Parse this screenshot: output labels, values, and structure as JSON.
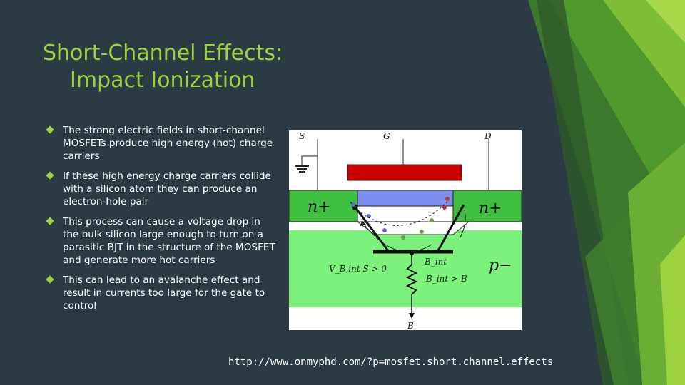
{
  "slide": {
    "title_line1": "Short-Channel Effects:",
    "title_line2": "Impact Ionization",
    "bullets": [
      "The strong electric fields in short-channel MOSFETs produce high energy (hot) charge carriers",
      "If these high energy charge carriers collide with a silicon atom they can produce an electron-hole pair",
      "This process can cause a voltage drop in the bulk silicon large enough to turn on a parasitic BJT in the structure of the MOSFET and generate more hot carriers",
      "This can lead to an avalanche effect and result in currents too large for the gate to control"
    ],
    "source_url": "http://www.onmyphd.com/?p=mosfet.short.channel.effects"
  },
  "figure": {
    "labels": {
      "source": "S",
      "gate": "G",
      "drain": "D",
      "n_plus_left": "n+",
      "n_plus_right": "n+",
      "p_minus": "p−",
      "b_int": "B_int",
      "v_condition": "V_B,int S > 0",
      "b_condition": "B_int > B",
      "bulk": "B"
    },
    "colors": {
      "background": "#2b3a43",
      "accent": "#9bd23d",
      "p_region": "#7cf27c",
      "n_region": "#3fbf3f",
      "gate": "#cc0000",
      "channel": "#7f8ff0"
    }
  }
}
